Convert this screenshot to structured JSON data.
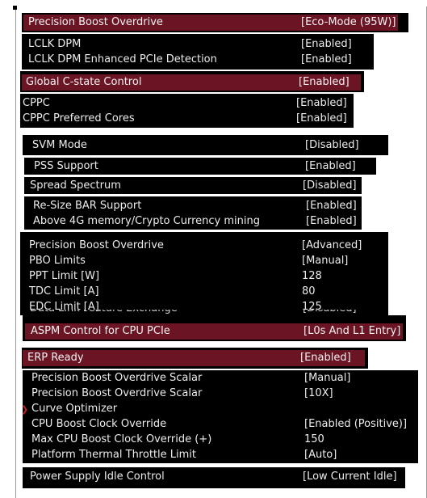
{
  "settings": {
    "pbo_mode": {
      "label": "Precision Boost Overdrive",
      "value": "[Eco-Mode (95W)]"
    },
    "lclk_dpm": {
      "label": "LCLK DPM",
      "value": "[Enabled]"
    },
    "lclk_dpm_pcie": {
      "label": "LCLK DPM Enhanced PCIe Detection",
      "value": "[Enabled]"
    },
    "global_cstate": {
      "label": "Global C-state Control",
      "value": "[Enabled]"
    },
    "cppc": {
      "label": "CPPC",
      "value": "[Enabled]"
    },
    "cppc_preferred": {
      "label": "CPPC Preferred Cores",
      "value": "[Enabled]"
    },
    "svm_mode": {
      "label": "SVM Mode",
      "value": "[Disabled]"
    },
    "pss_support": {
      "label": "PSS Support",
      "value": "[Enabled]"
    },
    "spread_spectrum": {
      "label": "Spread Spectrum",
      "value": "[Disabled]"
    },
    "resize_bar": {
      "label": "Re-Size BAR Support",
      "value": "[Enabled]"
    },
    "above_4g": {
      "label": "Above 4G memory/Crypto Currency mining",
      "value": "[Enabled]"
    },
    "pbo_advanced": {
      "label": "Precision Boost Overdrive",
      "value": "[Advanced]"
    },
    "pbo_limits": {
      "label": "PBO Limits",
      "value": "[Manual]"
    },
    "ppt_limit": {
      "label": "PPT Limit [W]",
      "value": "128"
    },
    "tdc_limit": {
      "label": "TDC Limit [A]",
      "value": "80"
    },
    "edc_limit": {
      "label": "EDC Limit [A]",
      "value": "125"
    },
    "data_link_partial": {
      "label": "Data Link Feature Exchange",
      "value": "[Disabled]"
    },
    "aspm_cpu_pcie": {
      "label": "ASPM Control for CPU PCIe",
      "value": "[L0s And L1 Entry]"
    },
    "erp_ready": {
      "label": "ERP Ready",
      "value": "[Enabled]"
    },
    "pbo_scalar_mode": {
      "label": "Precision Boost Overdrive Scalar",
      "value": "[Manual]"
    },
    "pbo_scalar": {
      "label": "Precision Boost Overdrive Scalar",
      "value": "[10X]"
    },
    "curve_optimizer": {
      "label": "Curve Optimizer"
    },
    "cpu_boost_override": {
      "label": "CPU Boost Clock Override",
      "value": "[Enabled (Positive)]"
    },
    "max_boost_override": {
      "label": "Max CPU Boost Clock Override (+)",
      "value": "150"
    },
    "thermal_throttle": {
      "label": "Platform Thermal Throttle Limit",
      "value": "[Auto]"
    },
    "psu_idle": {
      "label": "Power Supply Idle Control",
      "value": "[Low Current Idle]"
    }
  },
  "colors": {
    "panel": "#000000",
    "highlight": "#6b1524",
    "text": "#ececec",
    "accent": "#c81e2e"
  }
}
